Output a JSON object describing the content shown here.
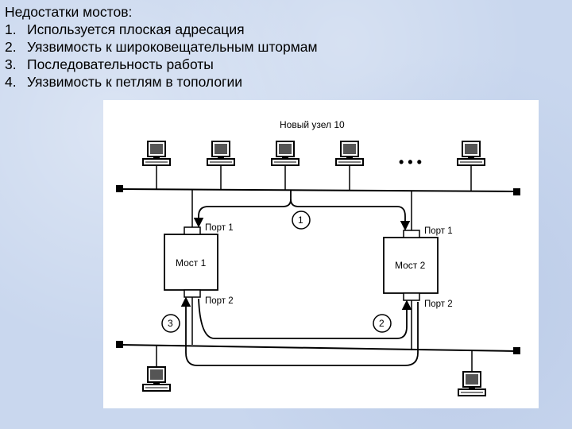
{
  "header": {
    "title": "Недостатки мостов:",
    "items": [
      {
        "num": "1.",
        "text": "Используется плоская адресация"
      },
      {
        "num": "2.",
        "text": "Уязвимость к широковещательным штормам"
      },
      {
        "num": "3.",
        "text": "Последовательность работы"
      },
      {
        "num": "4.",
        "text": "Уязвимость к петлям в топологии"
      }
    ]
  },
  "diagram": {
    "new_node_label": "Новый узел 10",
    "bridge1": {
      "name": "Мост 1",
      "port1": "Порт 1",
      "port2": "Порт 2"
    },
    "bridge2": {
      "name": "Мост 2",
      "port1": "Порт 1",
      "port2": "Порт 2"
    },
    "markers": [
      "1",
      "2",
      "3"
    ],
    "ellipsis": "• • •"
  }
}
